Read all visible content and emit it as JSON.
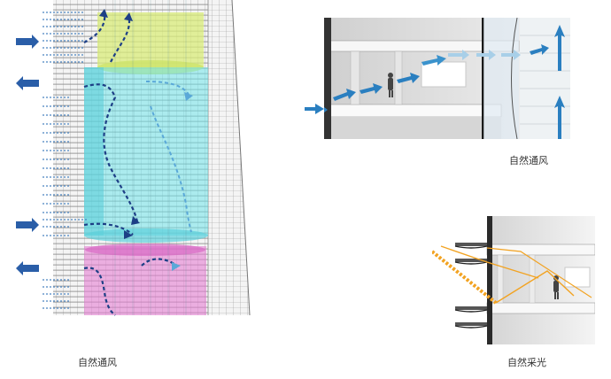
{
  "captions": {
    "tower_ventilation": "自然通风",
    "section_ventilation": "自然通风",
    "section_daylight": "自然采光"
  },
  "colors": {
    "airflow_arrow": "#2a5ea8",
    "airflow_light": "#5aa8d8",
    "zone_yellow": "#d9ec7a",
    "zone_cyan": "#6fe3ea",
    "zone_magenta": "#e57fd2",
    "light_path": "#f2a322"
  },
  "icons": {
    "inflow": "arrow-right-icon",
    "outflow": "arrow-left-icon",
    "updraft": "arrow-up-icon",
    "person": "person-silhouette-icon"
  }
}
